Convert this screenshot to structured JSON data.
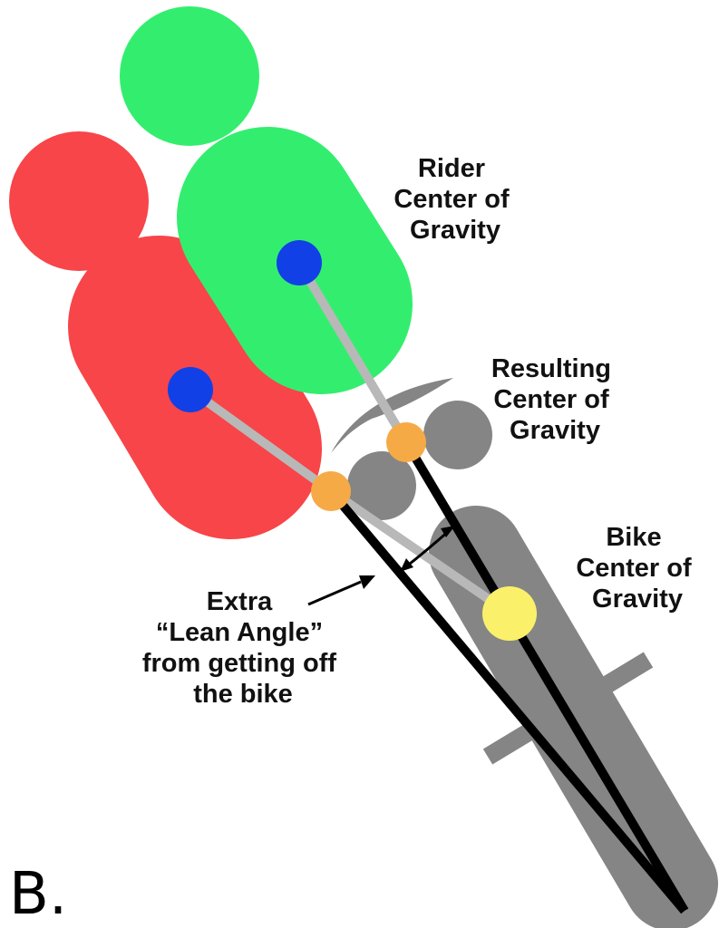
{
  "labels": {
    "rider_cog": [
      "Rider",
      "Center of",
      "Gravity"
    ],
    "resulting_cog": [
      "Resulting",
      "Center of",
      "Gravity"
    ],
    "bike_cog": [
      "Bike",
      "Center of",
      "Gravity"
    ],
    "extra_lean": [
      "Extra",
      "“Lean Angle”",
      "from getting off",
      "the bike"
    ],
    "panel_letter": "B."
  },
  "colors": {
    "rider_green": "#33ee6e",
    "rider_red": "#f74549",
    "rider_cog_dot": "#1040e6",
    "resulting_cog_dot": "#f6aa46",
    "bike_cog_dot": "#fbf06a",
    "bike_gray": "#858585",
    "connector_gray": "#b8b8b8",
    "lean_line": "#000000"
  }
}
